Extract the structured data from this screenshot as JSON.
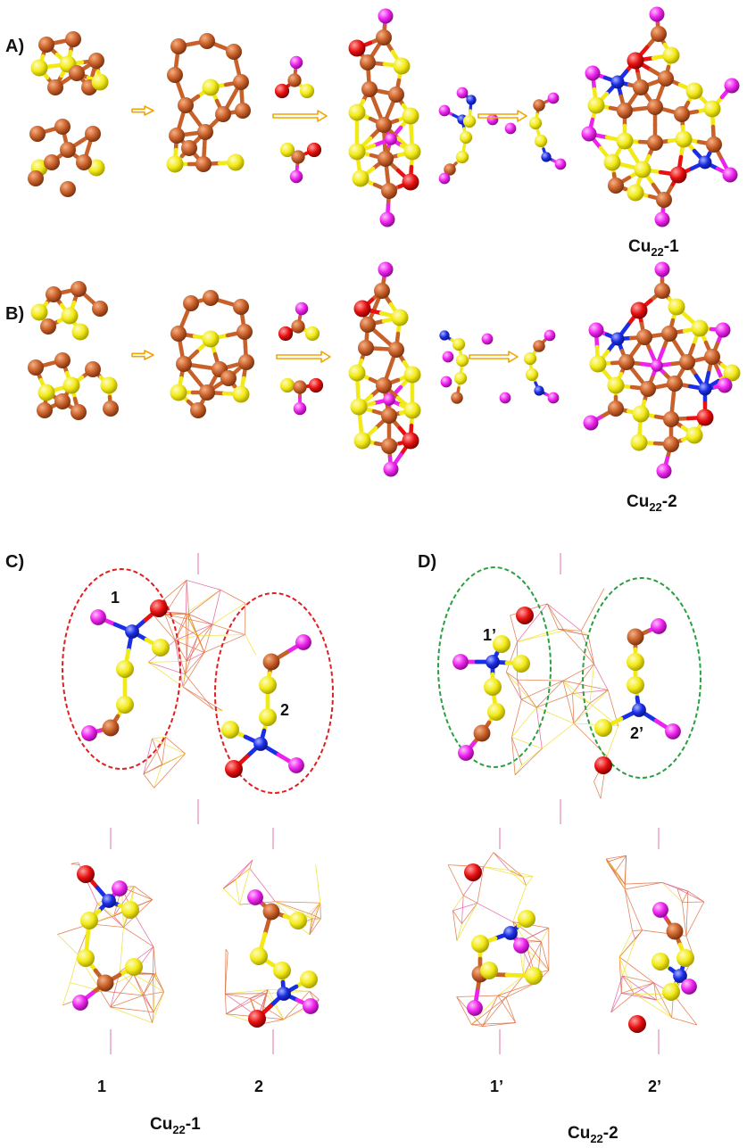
{
  "panels": {
    "a": "A)",
    "b": "B)",
    "c": "C)",
    "d": "D)"
  },
  "captions": {
    "a_product": {
      "main": "Cu",
      "sub": "22",
      "tail": "-1"
    },
    "b_product": {
      "main": "Cu",
      "sub": "22",
      "tail": "-2"
    },
    "c_bottom": {
      "main": "Cu",
      "sub": "22",
      "tail": "-1"
    },
    "d_bottom": {
      "main": "Cu",
      "sub": "22",
      "tail": "-2"
    }
  },
  "markers": {
    "c_left": "1",
    "c_right": "2",
    "d_left": "1’",
    "d_right": "2’",
    "c_bottom_left": "1",
    "c_bottom_right": "2",
    "d_bottom_left": "1’",
    "d_bottom_right": "2’"
  },
  "colors": {
    "cu": "#c8602a",
    "s": "#f2ea16",
    "p": "#ee22ee",
    "o": "#e81010",
    "n": "#1a2ee6",
    "arrow": "#f0a500",
    "wire_cu": "#e07040",
    "wire_s": "#efe030",
    "wire_p": "#e060a0",
    "ellipse_c": "#e02020",
    "ellipse_d": "#2aa040"
  }
}
